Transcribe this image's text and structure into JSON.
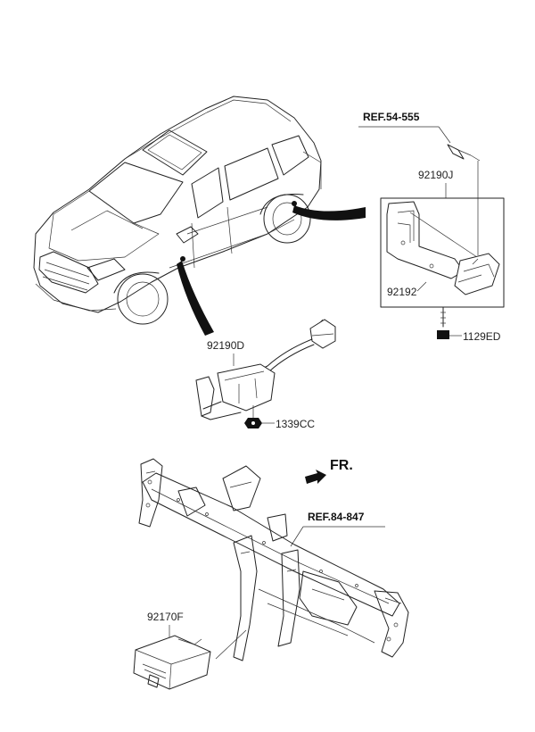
{
  "labels": {
    "ref_54_555": "REF.54-555",
    "part_92190J": "92190J",
    "part_92192": "92192",
    "part_1129ED": "1129ED",
    "part_92190D": "92190D",
    "part_1339CC": "1339CC",
    "front_indicator": "FR.",
    "ref_84_847": "REF.84-847",
    "part_92170F": "92170F"
  }
}
